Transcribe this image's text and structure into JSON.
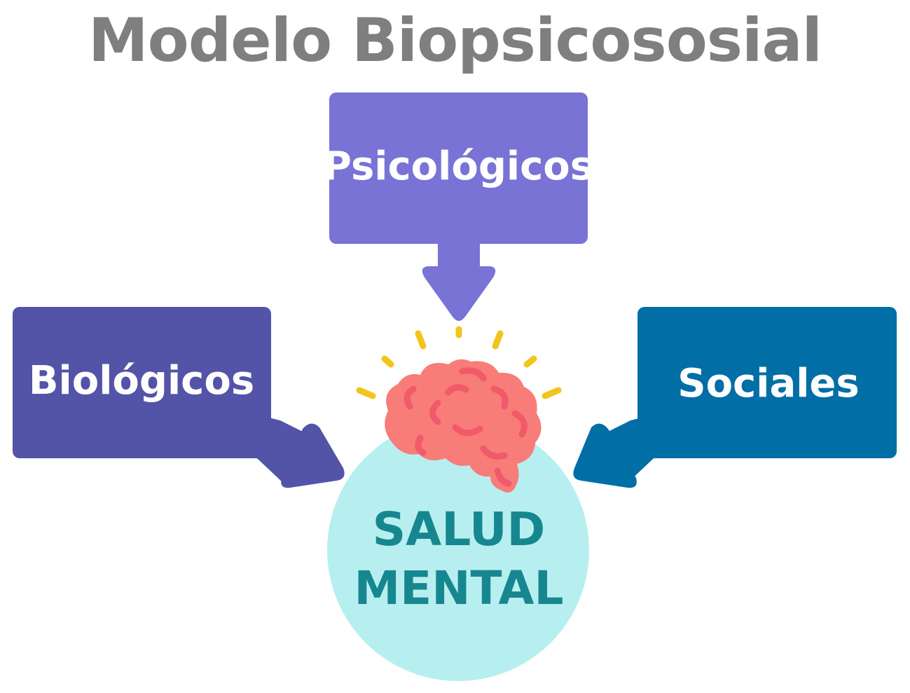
{
  "title": "Modelo Biopsicososial",
  "boxes": {
    "psicologicos": {
      "label": "Psicológicos",
      "color": "#7873d5"
    },
    "biologicos": {
      "label": "Biológicos",
      "color": "#5353a8"
    },
    "sociales": {
      "label": "Sociales",
      "color": "#016ea6"
    }
  },
  "center": {
    "line1": "SALUD",
    "line2": "MENTAL",
    "circle_color": "#b7eff0",
    "text_color": "#17878f"
  },
  "icon": {
    "name": "brain-icon",
    "color": "#f87c77",
    "accent": "#f15a6b",
    "ray_color": "#f2c51d"
  }
}
